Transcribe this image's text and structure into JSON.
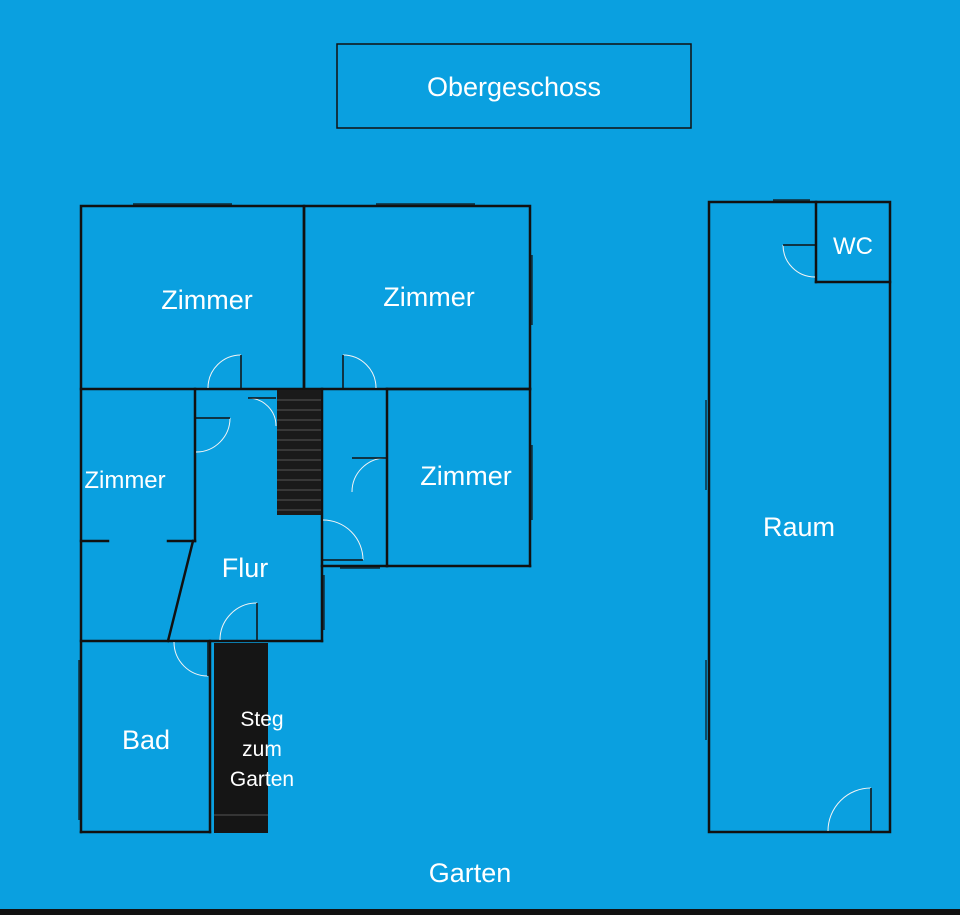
{
  "title": "Obergeschoss",
  "rooms": {
    "zimmer_top_left": "Zimmer",
    "zimmer_top_right": "Zimmer",
    "zimmer_left": "Zimmer",
    "zimmer_right": "Zimmer",
    "flur": "Flur",
    "bad": "Bad",
    "raum": "Raum",
    "wc": "WC"
  },
  "steg": {
    "line1": "Steg",
    "line2": "zum",
    "line3": "Garten"
  },
  "garten": "Garten",
  "colors": {
    "background": "#0aa0e0",
    "walls": "#111111",
    "steg_fill": "#151515",
    "stairs_fill": "#1a1a1a",
    "labels": "#ffffff"
  }
}
